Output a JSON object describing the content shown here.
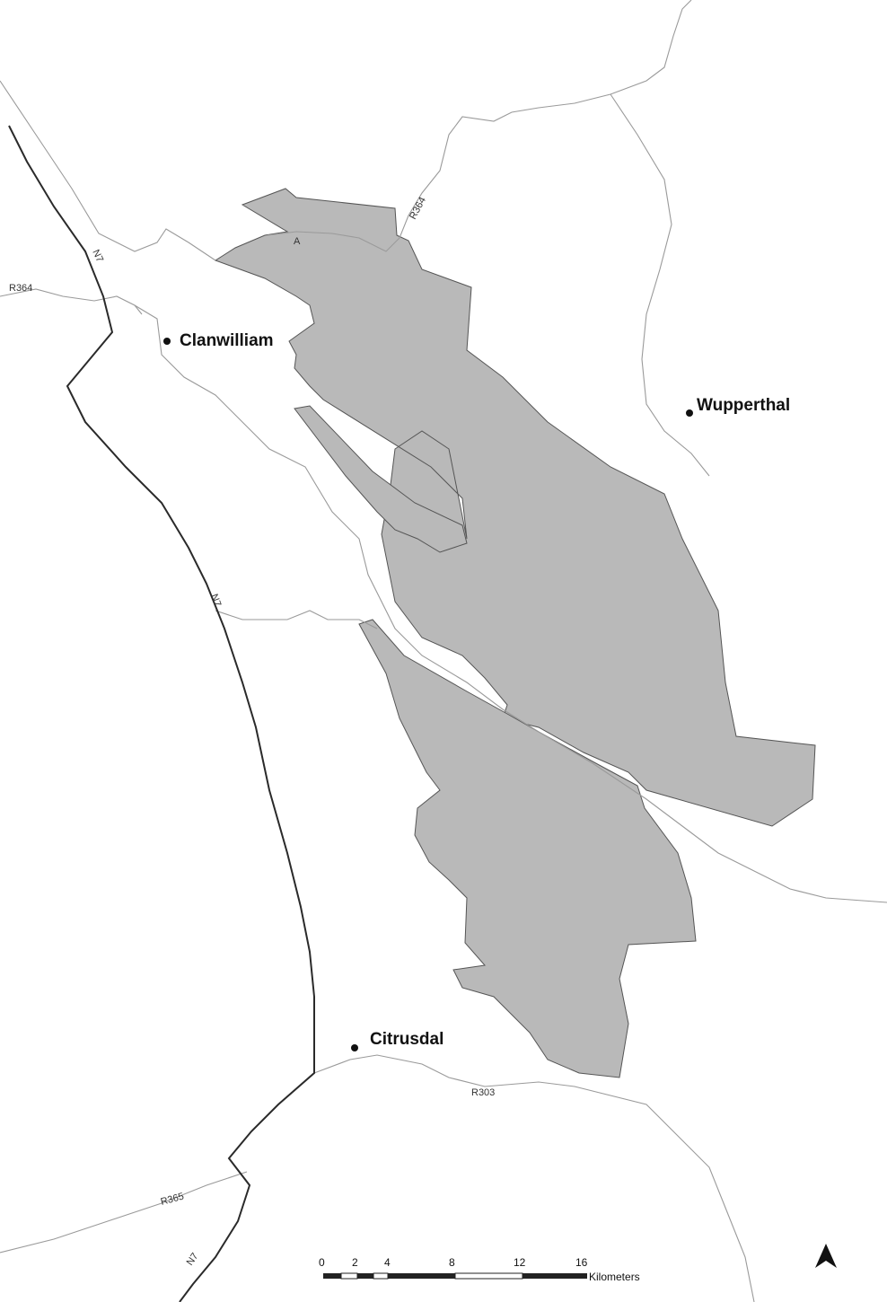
{
  "towns": {
    "clanwilliam": "Clanwilliam",
    "wupperthal": "Wupperthal",
    "citrusdal": "Citrusdal"
  },
  "road_labels": {
    "n7_upper": "N7",
    "n7_middle": "N7",
    "n7_lower": "N7",
    "r364_west": "R364",
    "r364_north": "R364",
    "r303": "R303",
    "r365": "R365"
  },
  "point_label": "A",
  "scale_bar": {
    "ticks": [
      "0",
      "2",
      "4",
      "8",
      "12",
      "16"
    ],
    "unit": "Kilometers"
  },
  "north_arrow": "north-arrow-icon",
  "colors": {
    "area_fill": "#b9b9b9",
    "area_outline": "#555555",
    "n7_road": "#2a2a2a",
    "minor_road": "#9a9a9a"
  }
}
